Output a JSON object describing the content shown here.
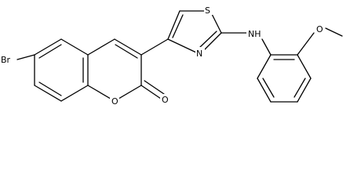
{
  "structure": {
    "atoms": {
      "br": "Br",
      "o_ring": "O",
      "o_carbonyl": "O",
      "s": "S",
      "n_ring": "N",
      "nh": "NH",
      "o_methoxy": "O"
    }
  }
}
